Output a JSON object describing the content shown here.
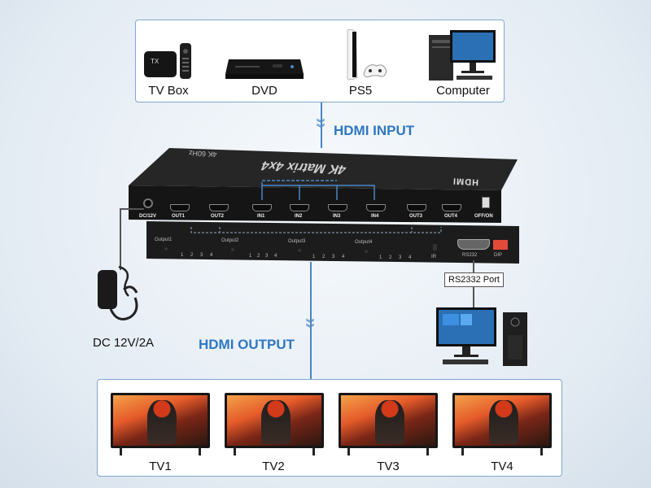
{
  "inputs_panel": {
    "devices": [
      {
        "label": "TV Box",
        "icon": "tv-box-icon"
      },
      {
        "label": "DVD",
        "icon": "dvd-player-icon"
      },
      {
        "label": "PS5",
        "icon": "ps5-console-icon"
      },
      {
        "label": "Computer",
        "icon": "desktop-computer-icon"
      }
    ]
  },
  "hdmi_input_title": "HDMI INPUT",
  "hdmi_output_title": "HDMI OUTPUT",
  "device": {
    "top_text": "4K Matrix 4x4",
    "top_sub": "4K 60Hz",
    "logo": "HDMI",
    "rear_ports": [
      "DC/12V",
      "OUT1",
      "OUT2",
      "IN1",
      "IN2",
      "IN3",
      "IN4",
      "OUT3",
      "OUT4",
      "OFF/ON"
    ],
    "front_groups": [
      "Output1",
      "Output2",
      "Output3",
      "Output4"
    ],
    "front_numbers": [
      "1",
      "2",
      "3",
      "4"
    ],
    "front_right": [
      "IR",
      "RS232",
      "DIP"
    ]
  },
  "power_label": "DC 12V/2A",
  "rs232_label": "RS2332 Port",
  "tvs": [
    {
      "label": "TV1"
    },
    {
      "label": "TV2"
    },
    {
      "label": "TV3"
    },
    {
      "label": "TV4"
    }
  ],
  "colors": {
    "accent_blue": "#2f78c4",
    "panel_border": "#7fa8cf",
    "device_body": "#1c1c1c"
  }
}
